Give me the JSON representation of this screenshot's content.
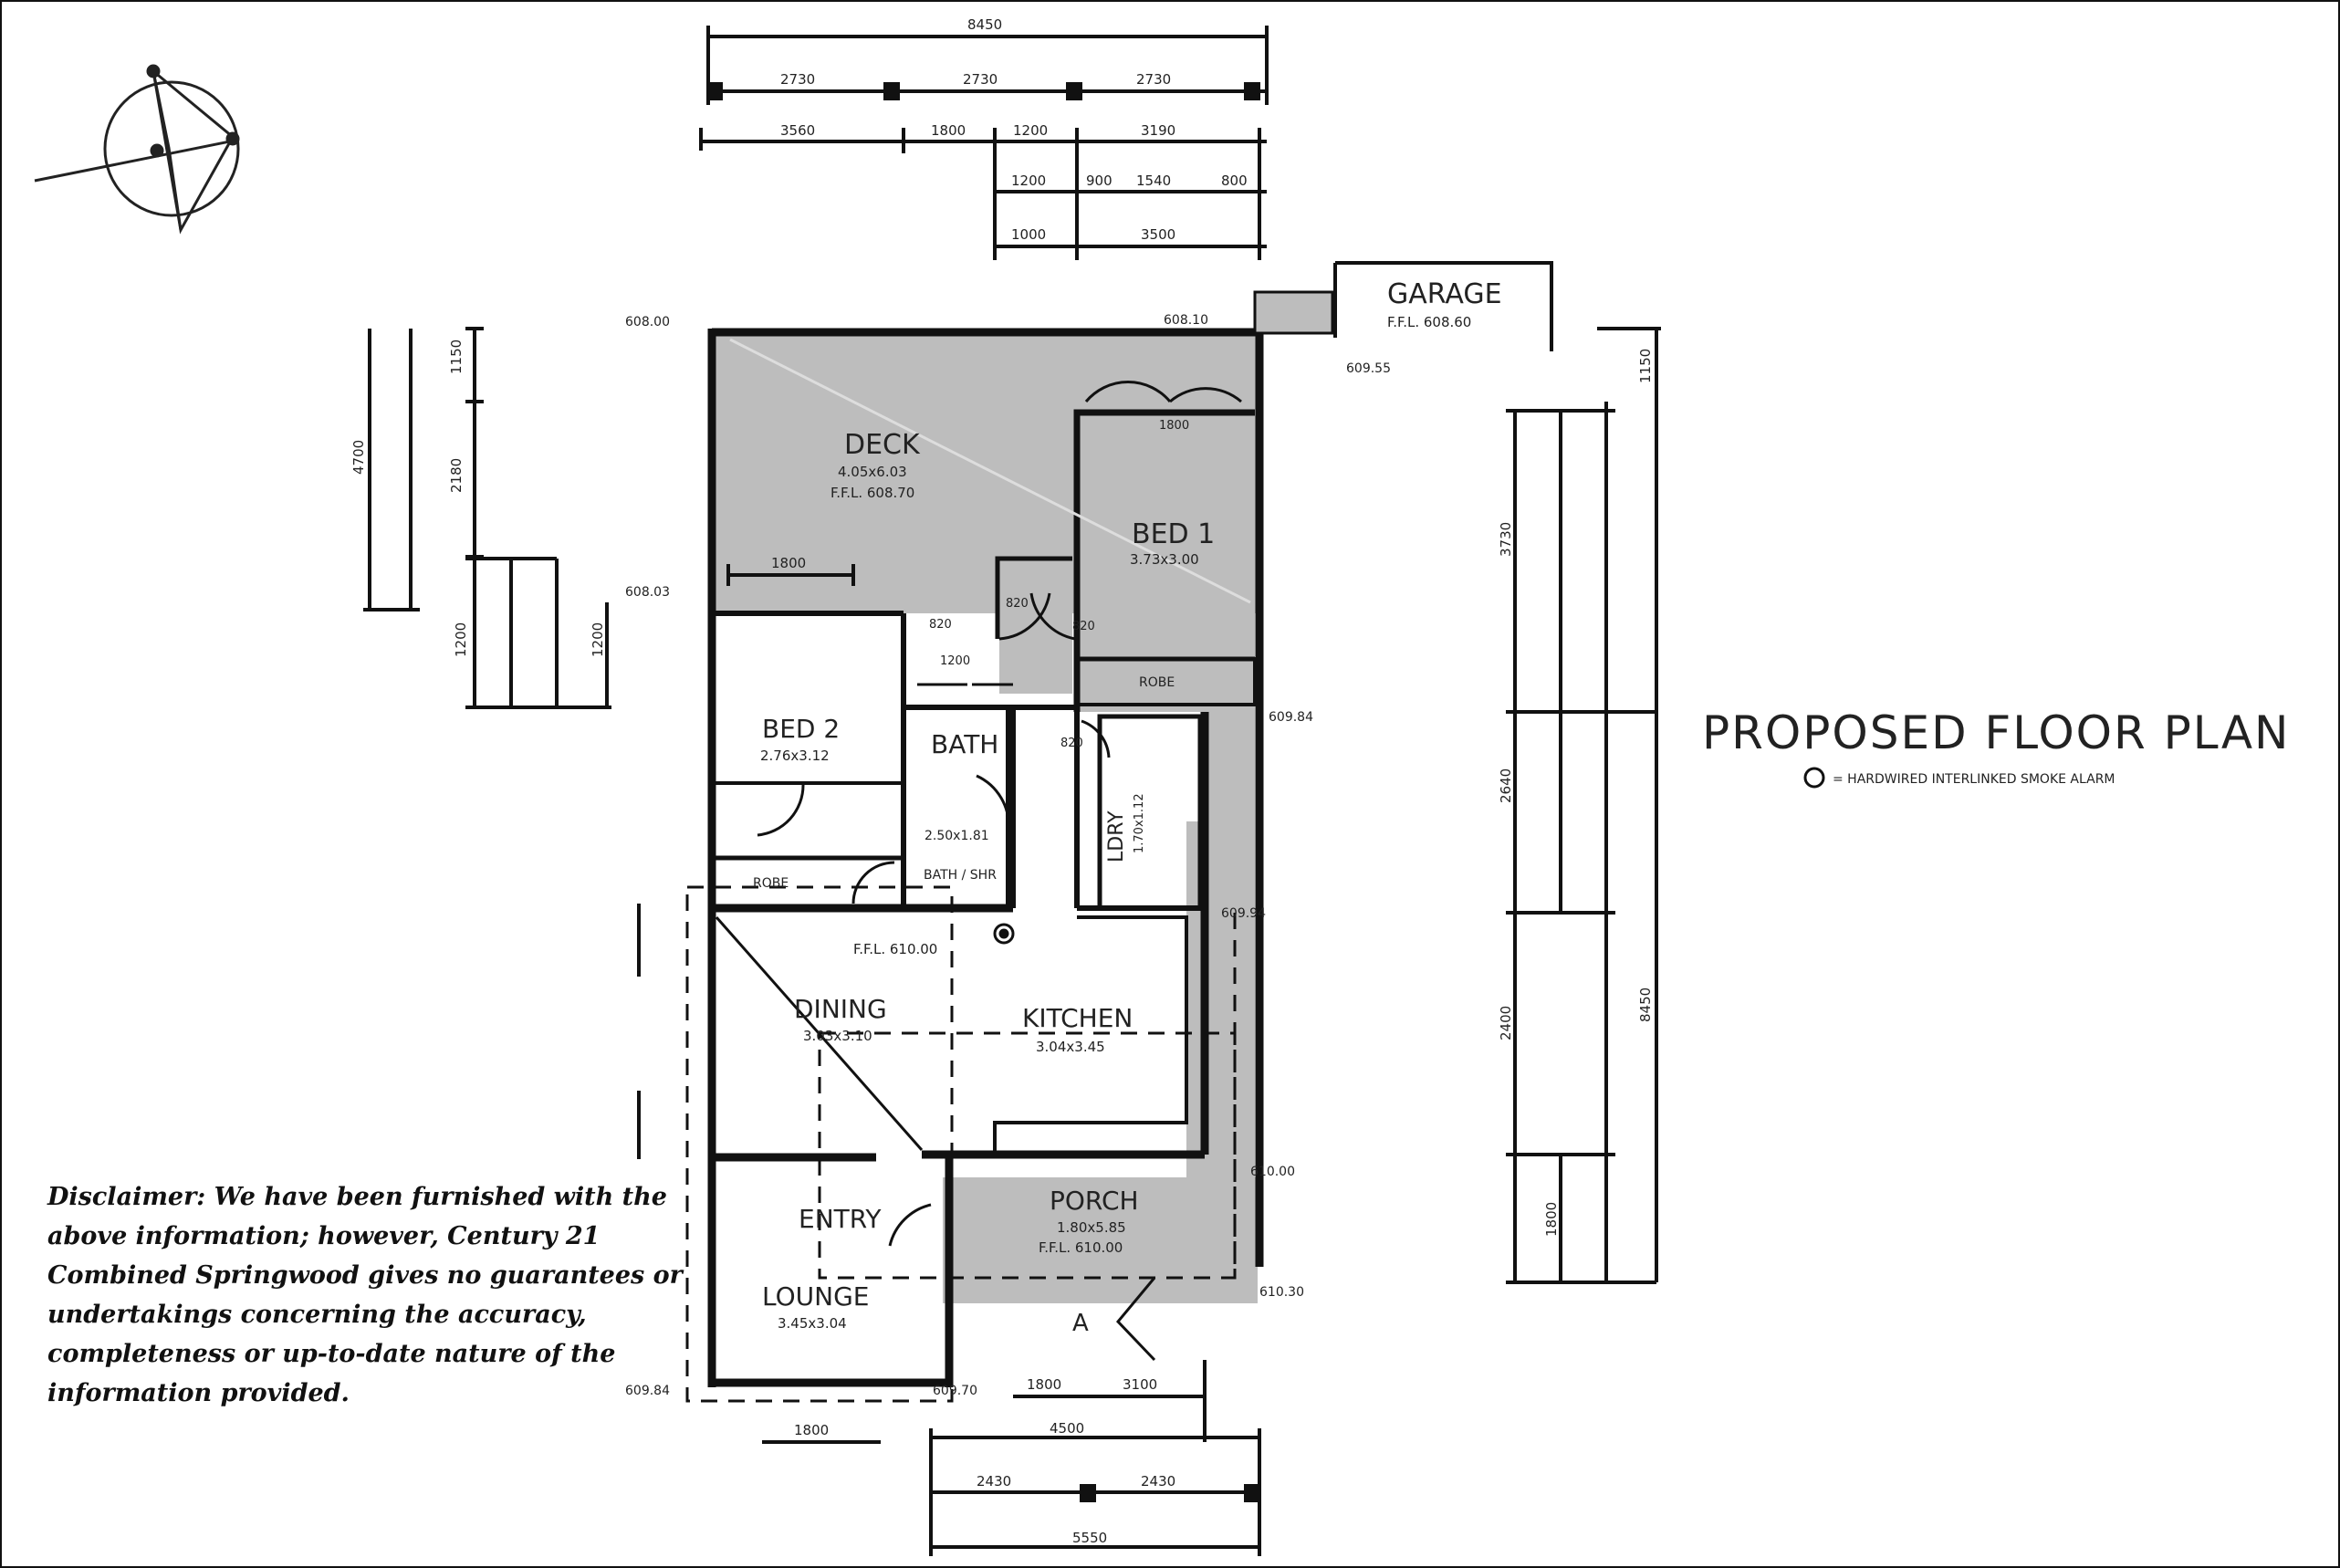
{
  "title": "PROPOSED FLOOR PLAN",
  "legend": "= HARDWIRED INTERLINKED SMOKE ALARM",
  "rooms": {
    "deck": {
      "name": "DECK",
      "size": "4.05x6.03",
      "level": "F.F.L. 608.70"
    },
    "bed1": {
      "name": "BED 1",
      "size": "3.73x3.00"
    },
    "bed2": {
      "name": "BED 2",
      "size": "2.76x3.12"
    },
    "bath": {
      "name": "BATH",
      "size": "2.50x1.81",
      "note": "BATH / SHR"
    },
    "ldry": {
      "name": "LDRY",
      "size": "1.70x1.12"
    },
    "dining": {
      "name": "DINING",
      "size": "3.03x3.10"
    },
    "kitchen": {
      "name": "KITCHEN",
      "size": "3.04x3.45",
      "level": "F.F.L. 610.00"
    },
    "entry": {
      "name": "ENTRY"
    },
    "lounge": {
      "name": "LOUNGE",
      "size": "3.45x3.04"
    },
    "porch": {
      "name": "PORCH",
      "size": "1.80x5.85",
      "level": "F.F.L. 610.00"
    },
    "garage": {
      "name": "GARAGE",
      "level": "F.F.L. 608.60"
    }
  },
  "robes": {
    "bed1": "ROBE",
    "bed2": "ROBE"
  },
  "levels": [
    "608.00",
    "608.10",
    "609.55",
    "608.03",
    "609.84",
    "609.94",
    "610.00",
    "610.30",
    "609.84",
    "609.70"
  ],
  "dimensions": {
    "top_total": "8450",
    "top_row1": [
      "2730",
      "2730",
      "2730"
    ],
    "top_row2": [
      "3560",
      "1800",
      "1200",
      "3190"
    ],
    "top_row3": [
      "1200",
      "900",
      "1540",
      "800"
    ],
    "top_row4": [
      "1000",
      "3500"
    ],
    "bottom_row1": [
      "1800",
      "3100"
    ],
    "bottom_row2": [
      "4500"
    ],
    "bottom_row3": [
      "2430",
      "2430"
    ],
    "bottom_total": "5550",
    "left_outer": "4700",
    "left_inner": [
      "1150",
      "2180",
      "1200",
      "1200"
    ],
    "right_outer": [
      "1150",
      "8450"
    ],
    "right_inner": [
      "3730",
      "2640",
      "2400",
      "1800"
    ],
    "internal": [
      "1800",
      "820",
      "820",
      "820",
      "820",
      "1200"
    ],
    "deck_stair": "1800",
    "section_marker": "A"
  },
  "disclaimer": "Disclaimer: We have been furnished with the above information; however, Century 21 Combined Springwood gives no guarantees or undertakings concerning the accuracy, completeness or up-to-date nature of the information provided."
}
